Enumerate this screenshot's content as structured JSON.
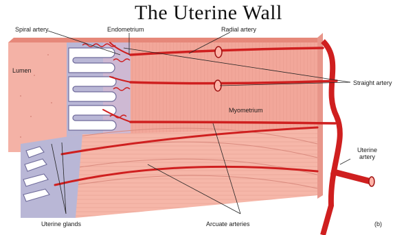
{
  "title": "The Uterine Wall",
  "labels": {
    "spiral_artery": "Spiral artery",
    "endometrium": "Endometrium",
    "radial_artery": "Radial artery",
    "lumen": "Lumen",
    "straight_artery": "Straight artery",
    "myometrium": "Myometrium",
    "uterine_artery": "Uterine\nartery",
    "uterine_glands": "Uterine glands",
    "arcuate_arteries": "Arcuate arteries",
    "panel": "(b)"
  },
  "colors": {
    "myometrium": "#f2a79a",
    "endometrium": "#b9b7d6",
    "lumen": "#f4b2a6",
    "artery": "#cf1f1f",
    "artery_dark": "#9e1010"
  }
}
